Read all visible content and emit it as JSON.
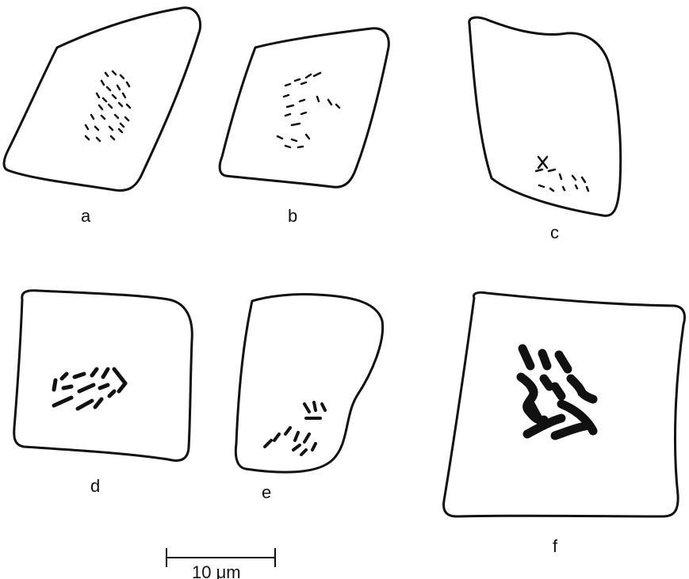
{
  "panels": [
    {
      "label": "a"
    },
    {
      "label": "b"
    },
    {
      "label": "c"
    },
    {
      "label": "d"
    },
    {
      "label": "e"
    },
    {
      "label": "f"
    }
  ],
  "scale_bar": {
    "label": "10 μm"
  }
}
